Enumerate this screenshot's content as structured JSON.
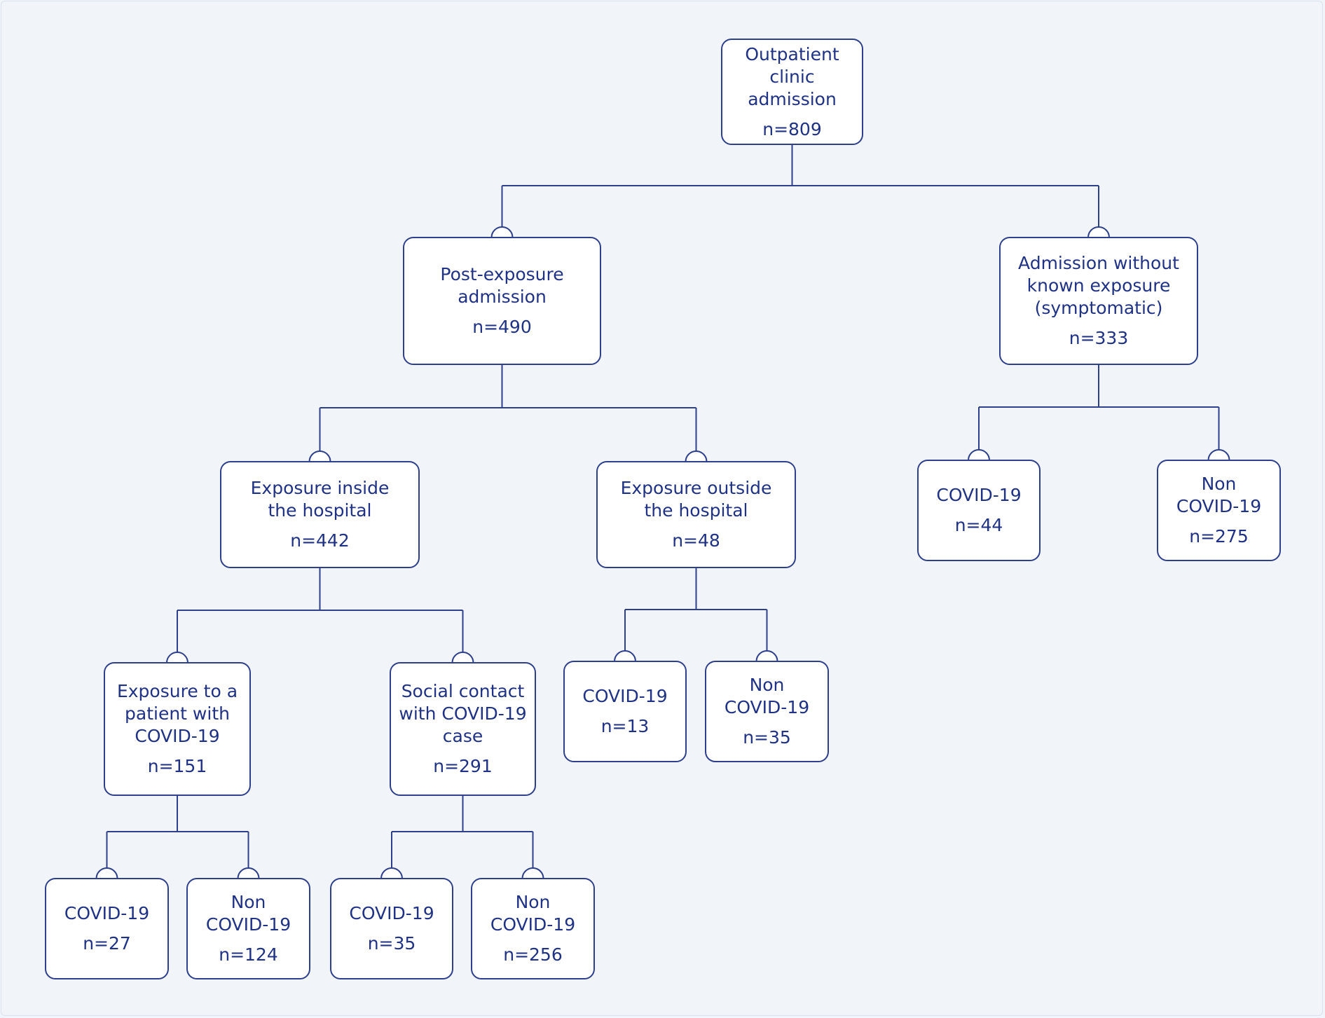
{
  "colors": {
    "background": "#f1f5fa",
    "node_fill": "#ffffff",
    "line": "#2e3f8c",
    "text": "#1f3285"
  },
  "nodes": {
    "root": {
      "label": "Outpatient\nclinic admission",
      "count": "n=809"
    },
    "post_exposure": {
      "label": "Post-exposure\nadmission",
      "count": "n=490"
    },
    "no_known_exposure": {
      "label": "Admission without\nknown exposure\n(symptomatic)",
      "count": "n=333"
    },
    "inside_hospital": {
      "label": "Exposure inside\nthe hospital",
      "count": "n=442"
    },
    "outside_hospital": {
      "label": "Exposure outside\nthe hospital",
      "count": "n=48"
    },
    "nke_covid": {
      "label": "COVID-19",
      "count": "n=44"
    },
    "nke_non_covid": {
      "label": "Non\nCOVID-19",
      "count": "n=275"
    },
    "patient_exposure": {
      "label": "Exposure to a\npatient with\nCOVID-19",
      "count": "n=151"
    },
    "social_contact": {
      "label": "Social contact\nwith COVID-19\ncase",
      "count": "n=291"
    },
    "outside_covid": {
      "label": "COVID-19",
      "count": "n=13"
    },
    "outside_non_covid": {
      "label": "Non\nCOVID-19",
      "count": "n=35"
    },
    "patient_covid": {
      "label": "COVID-19",
      "count": "n=27"
    },
    "patient_non_covid": {
      "label": "Non\nCOVID-19",
      "count": "n=124"
    },
    "social_covid": {
      "label": "COVID-19",
      "count": "n=35"
    },
    "social_non_covid": {
      "label": "Non\nCOVID-19",
      "count": "n=256"
    }
  },
  "edges": [
    [
      "root",
      "post_exposure"
    ],
    [
      "root",
      "no_known_exposure"
    ],
    [
      "post_exposure",
      "inside_hospital"
    ],
    [
      "post_exposure",
      "outside_hospital"
    ],
    [
      "no_known_exposure",
      "nke_covid"
    ],
    [
      "no_known_exposure",
      "nke_non_covid"
    ],
    [
      "inside_hospital",
      "patient_exposure"
    ],
    [
      "inside_hospital",
      "social_contact"
    ],
    [
      "outside_hospital",
      "outside_covid"
    ],
    [
      "outside_hospital",
      "outside_non_covid"
    ],
    [
      "patient_exposure",
      "patient_covid"
    ],
    [
      "patient_exposure",
      "patient_non_covid"
    ],
    [
      "social_contact",
      "social_covid"
    ],
    [
      "social_contact",
      "social_non_covid"
    ]
  ]
}
